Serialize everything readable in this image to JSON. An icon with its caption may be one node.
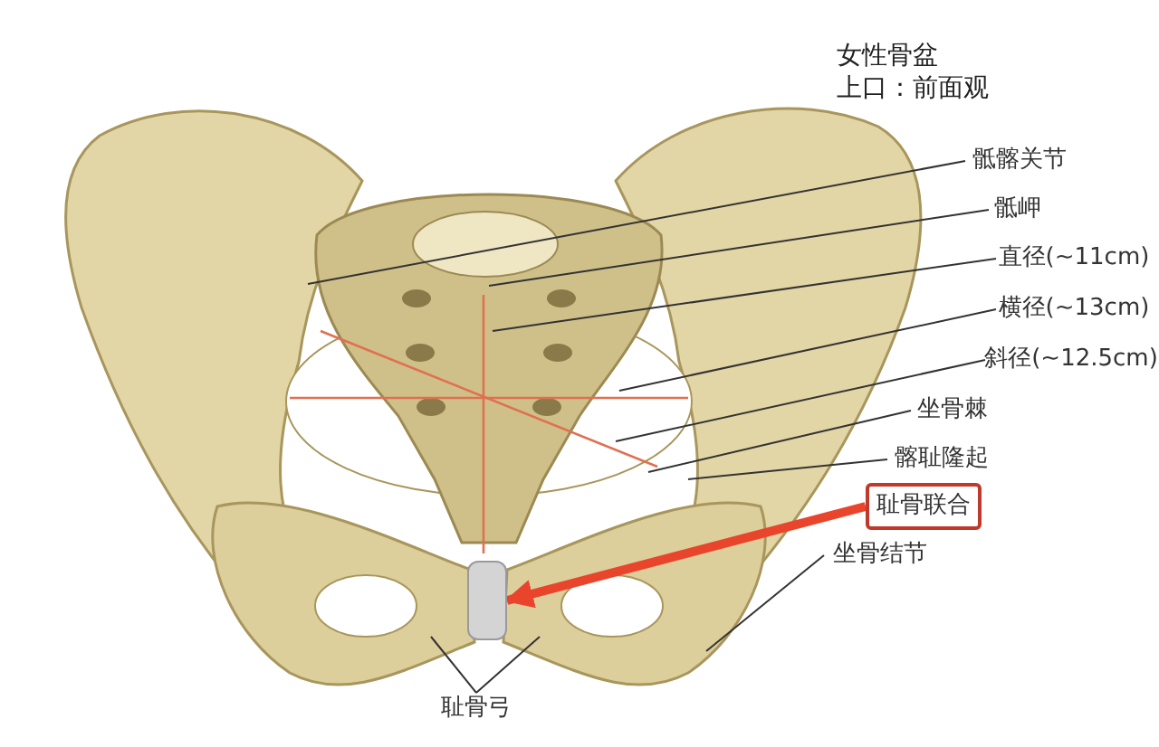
{
  "diagram": {
    "title": "女性骨盆",
    "nodes": [
      {
        "text": [
          "骶髂关节"
        ]
      },
      {
        "text": [
          "骶岬"
        ]
      },
      {
        "text": [
          "直径(~11cm)"
        ]
      },
      {
        "text": [
          "横径(~13cm)"
        ]
      },
      {
        "text": [
          "斜径(~12.5cm)"
        ]
      },
      {
        "text": [
          "坐骨棘"
        ]
      },
      {
        "text": [
          "髂耻隆起"
        ]
      },
      {
        "text": [
          "耻骨联合"
        ]
      },
      {
        "text": [
          "坐骨结节"
        ]
      },
      {
        "text": [
          "耻骨弓"
        ]
      },
      {
        "text": [],
        "shape": "cylinder"
      }
    ],
    "edges": [
      {
        "from": 0,
        "to": null,
        "arrow": "none"
      },
      {
        "from": 1,
        "to": null,
        "arrow": "none"
      },
      {
        "from": 2,
        "to": null,
        "arrow": "none"
      },
      {
        "from": 3,
        "to": null,
        "arrow": "none"
      },
      {
        "from": 4,
        "to": null,
        "arrow": "none"
      },
      {
        "from": 5,
        "to": null,
        "arrow": "none"
      },
      {
        "from": 6,
        "to": null,
        "arrow": "none"
      },
      {
        "from": 7,
        "to": 10,
        "arrow": "to",
        "style": "thick",
        "color": "#e8452c"
      },
      {
        "from": 8,
        "to": null,
        "arrow": "none"
      },
      {
        "from": 9,
        "to": null,
        "arrow": "none"
      },
      {
        "from": 9,
        "to": null,
        "arrow": "none"
      }
    ],
    "labels": [
      "上口：前面观"
    ]
  }
}
